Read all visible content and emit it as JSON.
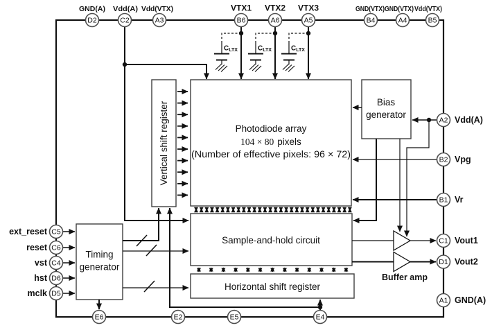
{
  "diagram": {
    "blocks": {
      "vertical_shift_register": "Vertical shift register",
      "photodiode_array": {
        "title": "Photodiode array",
        "size_value": "104 × 80",
        "size_unit": "pixels",
        "note": "(Number of effective pixels: 96 × 72)"
      },
      "bias_generator_line1": "Bias",
      "bias_generator_line2": "generator",
      "sample_and_hold": "Sample-and-hold circuit",
      "horizontal_shift_register": "Horizontal shift register",
      "timing_generator_line1": "Timing",
      "timing_generator_line2": "generator",
      "buffer_amp": "Buffer amp"
    },
    "external_capacitor": {
      "name": "C",
      "subscript": "LTX"
    },
    "pins": {
      "top": [
        {
          "id": "D2",
          "label": "GND(A)"
        },
        {
          "id": "C2",
          "label": "Vdd(A)"
        },
        {
          "id": "A3",
          "label": "Vdd(VTX)"
        },
        {
          "id": "B6",
          "label": "VTX1"
        },
        {
          "id": "A6",
          "label": "VTX2"
        },
        {
          "id": "A5",
          "label": "VTX3"
        },
        {
          "id": "B4",
          "label": "GND(VTX)"
        },
        {
          "id": "A4",
          "label": "GND(VTX)"
        },
        {
          "id": "B5",
          "label": "Vdd(VTX)"
        }
      ],
      "left": [
        {
          "id": "C5",
          "label": "ext_reset"
        },
        {
          "id": "C6",
          "label": "reset"
        },
        {
          "id": "C4",
          "label": "vst"
        },
        {
          "id": "D6",
          "label": "hst"
        },
        {
          "id": "D5",
          "label": "mclk"
        }
      ],
      "right": [
        {
          "id": "A2",
          "label": "Vdd(A)"
        },
        {
          "id": "B2",
          "label": "Vpg"
        },
        {
          "id": "B1",
          "label": "Vr"
        },
        {
          "id": "C1",
          "label": "Vout1"
        },
        {
          "id": "D1",
          "label": "Vout2"
        },
        {
          "id": "A1",
          "label": "GND(A)"
        }
      ],
      "bottom": [
        {
          "id": "E6"
        },
        {
          "id": "E2"
        },
        {
          "id": "E5"
        },
        {
          "id": "E4"
        }
      ]
    },
    "colors": {
      "wire": "#111111",
      "box_stroke": "#3f3f3f",
      "pin_stroke": "#4f4f4f",
      "background": "#ffffff",
      "text": "#111111"
    }
  }
}
